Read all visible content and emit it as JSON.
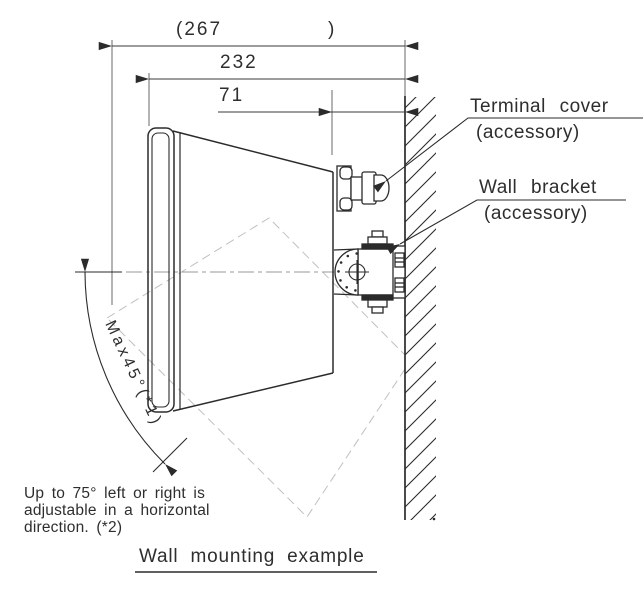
{
  "title": "Wall mounting example",
  "dimensions": {
    "overall_open": "(267",
    "overall_close": ")",
    "body_width": "232",
    "bracket_depth": "71"
  },
  "callouts": {
    "terminal_cover": {
      "line1": "Terminal cover",
      "line2": "(accessory)"
    },
    "wall_bracket": {
      "line1": "Wall bracket",
      "line2": "(accessory)"
    }
  },
  "annotations": {
    "max_tilt": "Max45°(*1)",
    "horizontal_note": [
      "Up to 75° left or right is",
      "adjustable in a horizontal",
      "direction. (*2)"
    ]
  },
  "colors": {
    "line": "#2b2b2b",
    "dim_line": "#3a3a3a",
    "dashed_overlay": "#c0c0c0",
    "centerline": "#9a9a9a",
    "background": "#ffffff"
  }
}
